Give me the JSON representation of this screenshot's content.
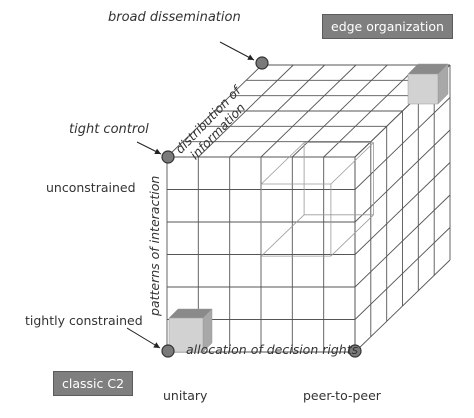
{
  "labels": {
    "broad_dissemination": "broad dissemination",
    "tight_control": "tight control",
    "unconstrained": "unconstrained",
    "tightly_constrained": "tightly constrained",
    "unitary": "unitary",
    "peer_to_peer": "peer-to-peer",
    "edge_organization": "edge organization",
    "classic_c2": "classic C2"
  },
  "axes": {
    "distribution_of_information": [
      "distribution of",
      "information"
    ],
    "patterns_of_interaction": "patterns of interaction",
    "allocation_of_decision_rights": "allocation of decision rights"
  },
  "colors": {
    "grid_line": "#555555",
    "marker_fill": "#7a7a7a",
    "box_label_bg": "#7f7f7f",
    "small_cube_front": "#d2d2d2",
    "small_cube_top": "#8a8a8a",
    "small_cube_side": "#a8a8a8"
  }
}
